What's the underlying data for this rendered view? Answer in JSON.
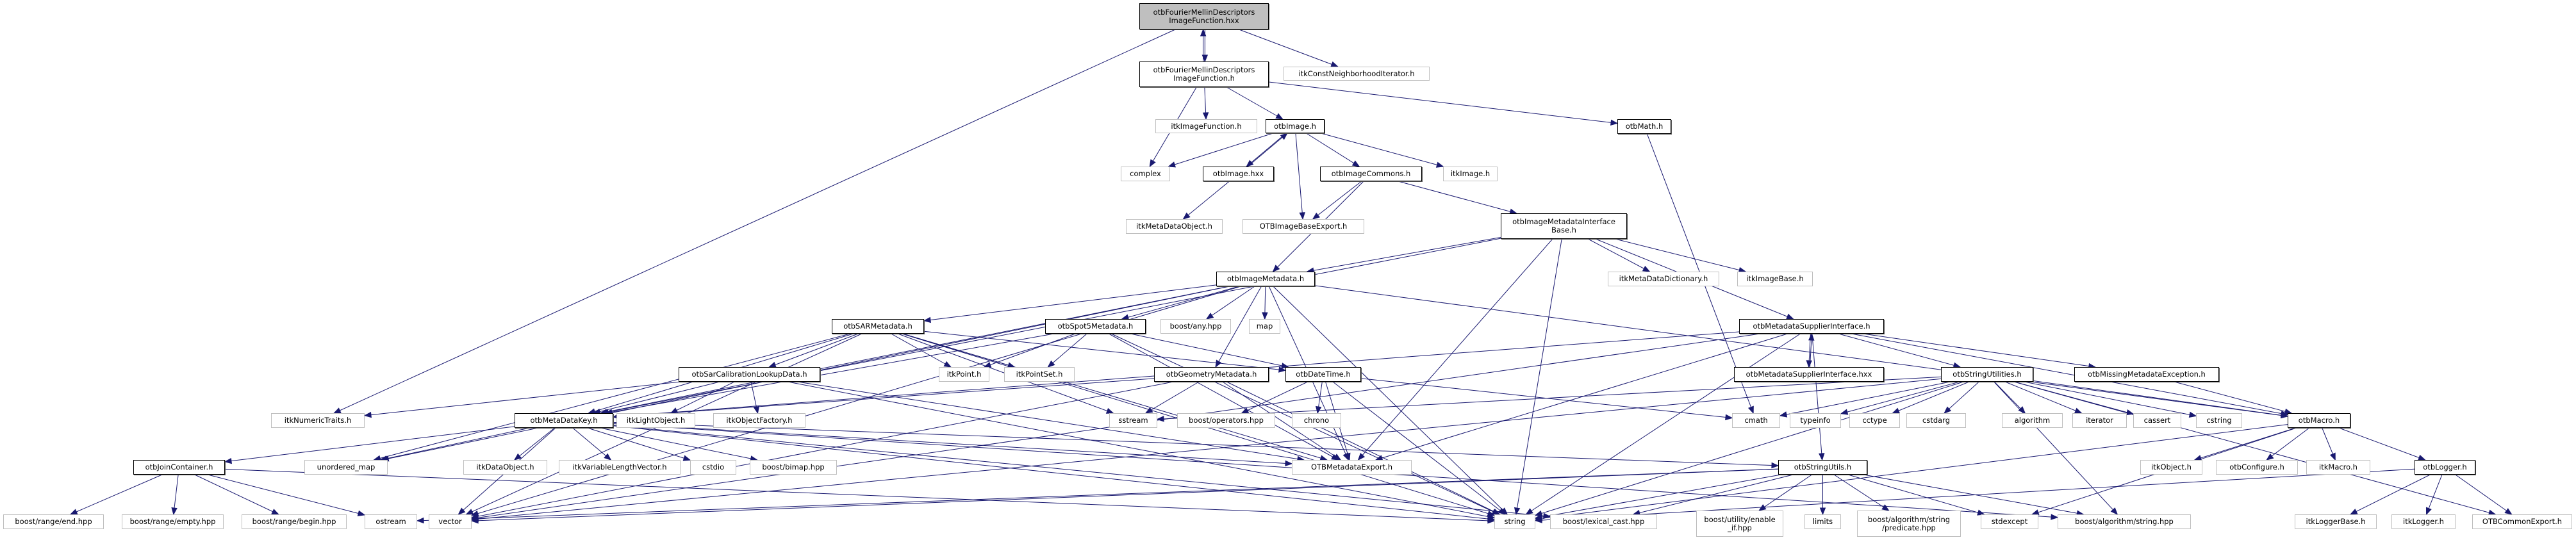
{
  "title": "otbFourierMellinDescriptorsImageFunction.hxx include dependency graph",
  "colors": {
    "edge": "#191970",
    "root_fill": "#bfbfbf",
    "ext_border": "#bfbfbf",
    "int_border": "#000000"
  },
  "nodes": {
    "root": {
      "label": "otbFourierMellinDescriptors\nImageFunction.hxx",
      "kind": "root"
    },
    "fmdif_h": {
      "label": "otbFourierMellinDescriptors\nImageFunction.h",
      "kind": "int"
    },
    "itkConstNeighborhoodIterator": {
      "label": "itkConstNeighborhoodIterator.h",
      "kind": "ext"
    },
    "itkImageFunction": {
      "label": "itkImageFunction.h",
      "kind": "ext"
    },
    "otbImage_h": {
      "label": "otbImage.h",
      "kind": "int"
    },
    "otbMath": {
      "label": "otbMath.h",
      "kind": "int"
    },
    "complex": {
      "label": "complex",
      "kind": "ext"
    },
    "otbImage_hxx": {
      "label": "otbImage.hxx",
      "kind": "int"
    },
    "otbImageCommons": {
      "label": "otbImageCommons.h",
      "kind": "int"
    },
    "itkImage": {
      "label": "itkImage.h",
      "kind": "ext"
    },
    "itkMetaDataObject": {
      "label": "itkMetaDataObject.h",
      "kind": "ext"
    },
    "OTBImageBaseExport": {
      "label": "OTBImageBaseExport.h",
      "kind": "ext"
    },
    "IMIBase": {
      "label": "otbImageMetadataInterface\nBase.h",
      "kind": "int"
    },
    "otbImageMetadata": {
      "label": "otbImageMetadata.h",
      "kind": "int"
    },
    "itkMetaDataDictionary": {
      "label": "itkMetaDataDictionary.h",
      "kind": "ext"
    },
    "itkImageBase": {
      "label": "itkImageBase.h",
      "kind": "ext"
    },
    "otbSARMetadata": {
      "label": "otbSARMetadata.h",
      "kind": "int"
    },
    "otbSpot5Metadata": {
      "label": "otbSpot5Metadata.h",
      "kind": "int"
    },
    "boost_any": {
      "label": "boost/any.hpp",
      "kind": "ext"
    },
    "map": {
      "label": "map",
      "kind": "ext"
    },
    "MSI_h": {
      "label": "otbMetadataSupplierInterface.h",
      "kind": "int"
    },
    "SarCalib": {
      "label": "otbSarCalibrationLookupData.h",
      "kind": "int"
    },
    "itkPoint": {
      "label": "itkPoint.h",
      "kind": "ext"
    },
    "itkPointSet": {
      "label": "itkPointSet.h",
      "kind": "ext"
    },
    "otbGeometryMetadata": {
      "label": "otbGeometryMetadata.h",
      "kind": "int"
    },
    "otbDateTime": {
      "label": "otbDateTime.h",
      "kind": "int"
    },
    "MSI_hxx": {
      "label": "otbMetadataSupplierInterface.hxx",
      "kind": "int"
    },
    "otbStringUtilities": {
      "label": "otbStringUtilities.h",
      "kind": "int"
    },
    "MissingMetadataException": {
      "label": "otbMissingMetadataException.h",
      "kind": "int"
    },
    "itkNumericTraits": {
      "label": "itkNumericTraits.h",
      "kind": "ext"
    },
    "otbMetaDataKey": {
      "label": "otbMetaDataKey.h",
      "kind": "int"
    },
    "itkLightObject": {
      "label": "itkLightObject.h",
      "kind": "ext"
    },
    "itkObjectFactory": {
      "label": "itkObjectFactory.h",
      "kind": "ext"
    },
    "sstream": {
      "label": "sstream",
      "kind": "ext"
    },
    "boost_operators": {
      "label": "boost/operators.hpp",
      "kind": "ext"
    },
    "chrono": {
      "label": "chrono",
      "kind": "ext"
    },
    "cmath": {
      "label": "cmath",
      "kind": "ext"
    },
    "typeinfo": {
      "label": "typeinfo",
      "kind": "ext"
    },
    "cctype": {
      "label": "cctype",
      "kind": "ext"
    },
    "cstdarg": {
      "label": "cstdarg",
      "kind": "ext"
    },
    "algorithm": {
      "label": "algorithm",
      "kind": "ext"
    },
    "iterator": {
      "label": "iterator",
      "kind": "ext"
    },
    "cassert": {
      "label": "cassert",
      "kind": "ext"
    },
    "cstring": {
      "label": "cstring",
      "kind": "ext"
    },
    "otbMacro": {
      "label": "otbMacro.h",
      "kind": "int"
    },
    "otbJoinContainer": {
      "label": "otbJoinContainer.h",
      "kind": "int"
    },
    "unordered_map": {
      "label": "unordered_map",
      "kind": "ext"
    },
    "itkDataObject": {
      "label": "itkDataObject.h",
      "kind": "ext"
    },
    "itkVariableLengthVector": {
      "label": "itkVariableLengthVector.h",
      "kind": "ext"
    },
    "cstdio": {
      "label": "cstdio",
      "kind": "ext"
    },
    "boost_bimap": {
      "label": "boost/bimap.hpp",
      "kind": "ext"
    },
    "OTBMetadataExport": {
      "label": "OTBMetadataExport.h",
      "kind": "ext"
    },
    "otbStringUtils": {
      "label": "otbStringUtils.h",
      "kind": "int"
    },
    "itkObject": {
      "label": "itkObject.h",
      "kind": "ext"
    },
    "otbConfigure": {
      "label": "otbConfigure.h",
      "kind": "ext"
    },
    "itkMacro": {
      "label": "itkMacro.h",
      "kind": "ext"
    },
    "otbLogger": {
      "label": "otbLogger.h",
      "kind": "int"
    },
    "range_end": {
      "label": "boost/range/end.hpp",
      "kind": "ext"
    },
    "range_empty": {
      "label": "boost/range/empty.hpp",
      "kind": "ext"
    },
    "range_begin": {
      "label": "boost/range/begin.hpp",
      "kind": "ext"
    },
    "ostream": {
      "label": "ostream",
      "kind": "ext"
    },
    "vector": {
      "label": "vector",
      "kind": "ext"
    },
    "string": {
      "label": "string",
      "kind": "ext"
    },
    "lexical_cast": {
      "label": "boost/lexical_cast.hpp",
      "kind": "ext"
    },
    "enable_if": {
      "label": "boost/utility/enable\n_if.hpp",
      "kind": "ext"
    },
    "limits": {
      "label": "limits",
      "kind": "ext"
    },
    "predicate": {
      "label": "boost/algorithm/string\n/predicate.hpp",
      "kind": "ext"
    },
    "stdexcept": {
      "label": "stdexcept",
      "kind": "ext"
    },
    "algo_string": {
      "label": "boost/algorithm/string.hpp",
      "kind": "ext"
    },
    "itkLoggerBase": {
      "label": "itkLoggerBase.h",
      "kind": "ext"
    },
    "itkLogger": {
      "label": "itkLogger.h",
      "kind": "ext"
    },
    "OTBCommonExport": {
      "label": "OTBCommonExport.h",
      "kind": "ext"
    }
  },
  "edges": [
    [
      "root",
      "fmdif_h"
    ],
    [
      "fmdif_h",
      "root"
    ],
    [
      "root",
      "itkConstNeighborhoodIterator"
    ],
    [
      "root",
      "itkNumericTraits"
    ],
    [
      "fmdif_h",
      "complex"
    ],
    [
      "fmdif_h",
      "itkImageFunction"
    ],
    [
      "fmdif_h",
      "otbImage_h"
    ],
    [
      "fmdif_h",
      "otbMath"
    ],
    [
      "otbImage_h",
      "complex"
    ],
    [
      "otbImage_h",
      "otbImage_hxx"
    ],
    [
      "otbImage_hxx",
      "otbImage_h"
    ],
    [
      "otbImage_h",
      "OTBImageBaseExport"
    ],
    [
      "otbImage_h",
      "otbImageCommons"
    ],
    [
      "otbImage_h",
      "itkImage"
    ],
    [
      "otbMath",
      "cmath"
    ],
    [
      "otbImage_hxx",
      "itkMetaDataObject"
    ],
    [
      "otbImageCommons",
      "OTBImageBaseExport"
    ],
    [
      "otbImageCommons",
      "otbImageMetadata"
    ],
    [
      "otbImageCommons",
      "IMIBase"
    ],
    [
      "IMIBase",
      "otbImageMetadata"
    ],
    [
      "IMIBase",
      "otbMetaDataKey"
    ],
    [
      "IMIBase",
      "itkMetaDataDictionary"
    ],
    [
      "IMIBase",
      "itkImageBase"
    ],
    [
      "IMIBase",
      "MSI_h"
    ],
    [
      "IMIBase",
      "OTBMetadataExport"
    ],
    [
      "IMIBase",
      "string"
    ],
    [
      "otbImageMetadata",
      "otbSARMetadata"
    ],
    [
      "otbImageMetadata",
      "otbSpot5Metadata"
    ],
    [
      "otbImageMetadata",
      "boost_any"
    ],
    [
      "otbImageMetadata",
      "map"
    ],
    [
      "otbImageMetadata",
      "otbGeometryMetadata"
    ],
    [
      "otbImageMetadata",
      "otbMetaDataKey"
    ],
    [
      "otbImageMetadata",
      "OTBMetadataExport"
    ],
    [
      "otbImageMetadata",
      "string"
    ],
    [
      "otbImageMetadata",
      "vector"
    ],
    [
      "otbImageMetadata",
      "unordered_map"
    ],
    [
      "otbImageMetadata",
      "otbMacro"
    ],
    [
      "otbSARMetadata",
      "SarCalib"
    ],
    [
      "otbSARMetadata",
      "itkPoint"
    ],
    [
      "otbSARMetadata",
      "itkPointSet"
    ],
    [
      "otbSARMetadata",
      "otbDateTime"
    ],
    [
      "otbSARMetadata",
      "otbMetaDataKey"
    ],
    [
      "otbSARMetadata",
      "OTBMetadataExport"
    ],
    [
      "otbSARMetadata",
      "string"
    ],
    [
      "otbSARMetadata",
      "sstream"
    ],
    [
      "otbSARMetadata",
      "vector"
    ],
    [
      "otbSARMetadata",
      "unordered_map"
    ],
    [
      "otbSpot5Metadata",
      "itkPoint"
    ],
    [
      "otbSpot5Metadata",
      "itkPointSet"
    ],
    [
      "otbSpot5Metadata",
      "otbDateTime"
    ],
    [
      "otbSpot5Metadata",
      "otbMetaDataKey"
    ],
    [
      "otbSpot5Metadata",
      "OTBMetadataExport"
    ],
    [
      "otbSpot5Metadata",
      "string"
    ],
    [
      "SarCalib",
      "itkNumericTraits"
    ],
    [
      "SarCalib",
      "otbMetaDataKey"
    ],
    [
      "SarCalib",
      "itkLightObject"
    ],
    [
      "SarCalib",
      "itkObjectFactory"
    ],
    [
      "SarCalib",
      "OTBMetadataExport"
    ],
    [
      "SarCalib",
      "string"
    ],
    [
      "otbGeometryMetadata",
      "otbMetaDataKey"
    ],
    [
      "otbGeometryMetadata",
      "sstream"
    ],
    [
      "otbGeometryMetadata",
      "OTBMetadataExport"
    ],
    [
      "otbGeometryMetadata",
      "string"
    ],
    [
      "otbGeometryMetadata",
      "vector"
    ],
    [
      "otbDateTime",
      "boost_operators"
    ],
    [
      "otbDateTime",
      "chrono"
    ],
    [
      "otbDateTime",
      "OTBMetadataExport"
    ],
    [
      "otbDateTime",
      "string"
    ],
    [
      "otbDateTime",
      "cmath"
    ],
    [
      "MSI_h",
      "MSI_hxx"
    ],
    [
      "MSI_hxx",
      "MSI_h"
    ],
    [
      "MSI_h",
      "otbStringUtilities"
    ],
    [
      "MSI_h",
      "MissingMetadataException"
    ],
    [
      "MSI_h",
      "otbMetaDataKey"
    ],
    [
      "MSI_h",
      "OTBMetadataExport"
    ],
    [
      "MSI_h",
      "otbStringUtils"
    ],
    [
      "MSI_h",
      "string"
    ],
    [
      "MSI_h",
      "vector"
    ],
    [
      "MSI_h",
      "otbMacro"
    ],
    [
      "otbStringUtilities",
      "sstream"
    ],
    [
      "otbStringUtilities",
      "cmath"
    ],
    [
      "otbStringUtilities",
      "typeinfo"
    ],
    [
      "otbStringUtilities",
      "cctype"
    ],
    [
      "otbStringUtilities",
      "cstdarg"
    ],
    [
      "otbStringUtilities",
      "algorithm"
    ],
    [
      "otbStringUtilities",
      "iterator"
    ],
    [
      "otbStringUtilities",
      "cassert"
    ],
    [
      "otbStringUtilities",
      "cstring"
    ],
    [
      "otbStringUtilities",
      "otbMacro"
    ],
    [
      "otbStringUtilities",
      "string"
    ],
    [
      "otbStringUtilities",
      "OTBCommonExport"
    ],
    [
      "otbStringUtilities",
      "algo_string"
    ],
    [
      "otbStringUtilities",
      "vector"
    ],
    [
      "MissingMetadataException",
      "otbMacro"
    ],
    [
      "otbMetaDataKey",
      "otbJoinContainer"
    ],
    [
      "otbMetaDataKey",
      "unordered_map"
    ],
    [
      "otbMetaDataKey",
      "itkDataObject"
    ],
    [
      "otbMetaDataKey",
      "itkVariableLengthVector"
    ],
    [
      "otbMetaDataKey",
      "cstdio"
    ],
    [
      "otbMetaDataKey",
      "boost_bimap"
    ],
    [
      "otbMetaDataKey",
      "OTBMetadataExport"
    ],
    [
      "otbMetaDataKey",
      "otbStringUtils"
    ],
    [
      "otbMetaDataKey",
      "string"
    ],
    [
      "otbMetaDataKey",
      "vector"
    ],
    [
      "otbMetaDataKey",
      "lexical_cast"
    ],
    [
      "otbMetaDataKey",
      "algo_string"
    ],
    [
      "otbJoinContainer",
      "range_end"
    ],
    [
      "otbJoinContainer",
      "range_empty"
    ],
    [
      "otbJoinContainer",
      "range_begin"
    ],
    [
      "otbJoinContainer",
      "ostream"
    ],
    [
      "otbJoinContainer",
      "string"
    ],
    [
      "otbStringUtils",
      "enable_if"
    ],
    [
      "otbStringUtils",
      "limits"
    ],
    [
      "otbStringUtils",
      "predicate"
    ],
    [
      "otbStringUtils",
      "stdexcept"
    ],
    [
      "otbStringUtils",
      "algo_string"
    ],
    [
      "otbStringUtils",
      "lexical_cast"
    ],
    [
      "otbStringUtils",
      "string"
    ],
    [
      "otbStringUtils",
      "vector"
    ],
    [
      "otbStringUtils",
      "ostream"
    ],
    [
      "otbMacro",
      "itkObject"
    ],
    [
      "otbMacro",
      "otbConfigure"
    ],
    [
      "otbMacro",
      "itkMacro"
    ],
    [
      "otbMacro",
      "otbLogger"
    ],
    [
      "otbMacro",
      "string"
    ],
    [
      "otbMacro",
      "stdexcept"
    ],
    [
      "otbLogger",
      "itkLoggerBase"
    ],
    [
      "otbLogger",
      "itkLogger"
    ],
    [
      "otbLogger",
      "OTBCommonExport"
    ],
    [
      "otbLogger",
      "string"
    ]
  ]
}
